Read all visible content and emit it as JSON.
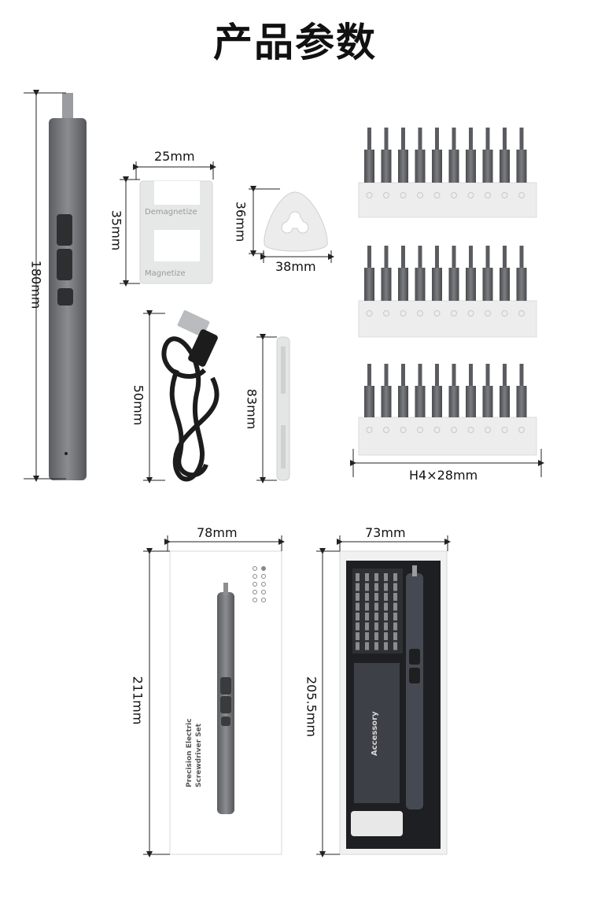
{
  "page": {
    "title": "产品参数"
  },
  "dimensions": {
    "screwdriver_length": "180mm",
    "demag_width": "25mm",
    "demag_height": "35mm",
    "demag_label_top": "Demagnetize",
    "demag_label_bottom": "Magnetize",
    "pick_height": "36mm",
    "pick_width": "38mm",
    "cable_length": "50mm",
    "spudger_length": "83mm",
    "bits_spec": "H4×28mm",
    "box_width": "78mm",
    "box_height": "211mm",
    "tray_width": "73mm",
    "tray_height": "205.5mm"
  },
  "box": {
    "product_name_line1": "Precision Electric",
    "product_name_line2": "Screwdriver Set"
  },
  "tray": {
    "accessory_label": "Accessory"
  },
  "colors": {
    "metal": "#6f7176",
    "metal_dark": "#4a4c50",
    "plastic": "#e9eaea",
    "cable": "#1c1c1c",
    "box_dark": "#3d4147"
  }
}
